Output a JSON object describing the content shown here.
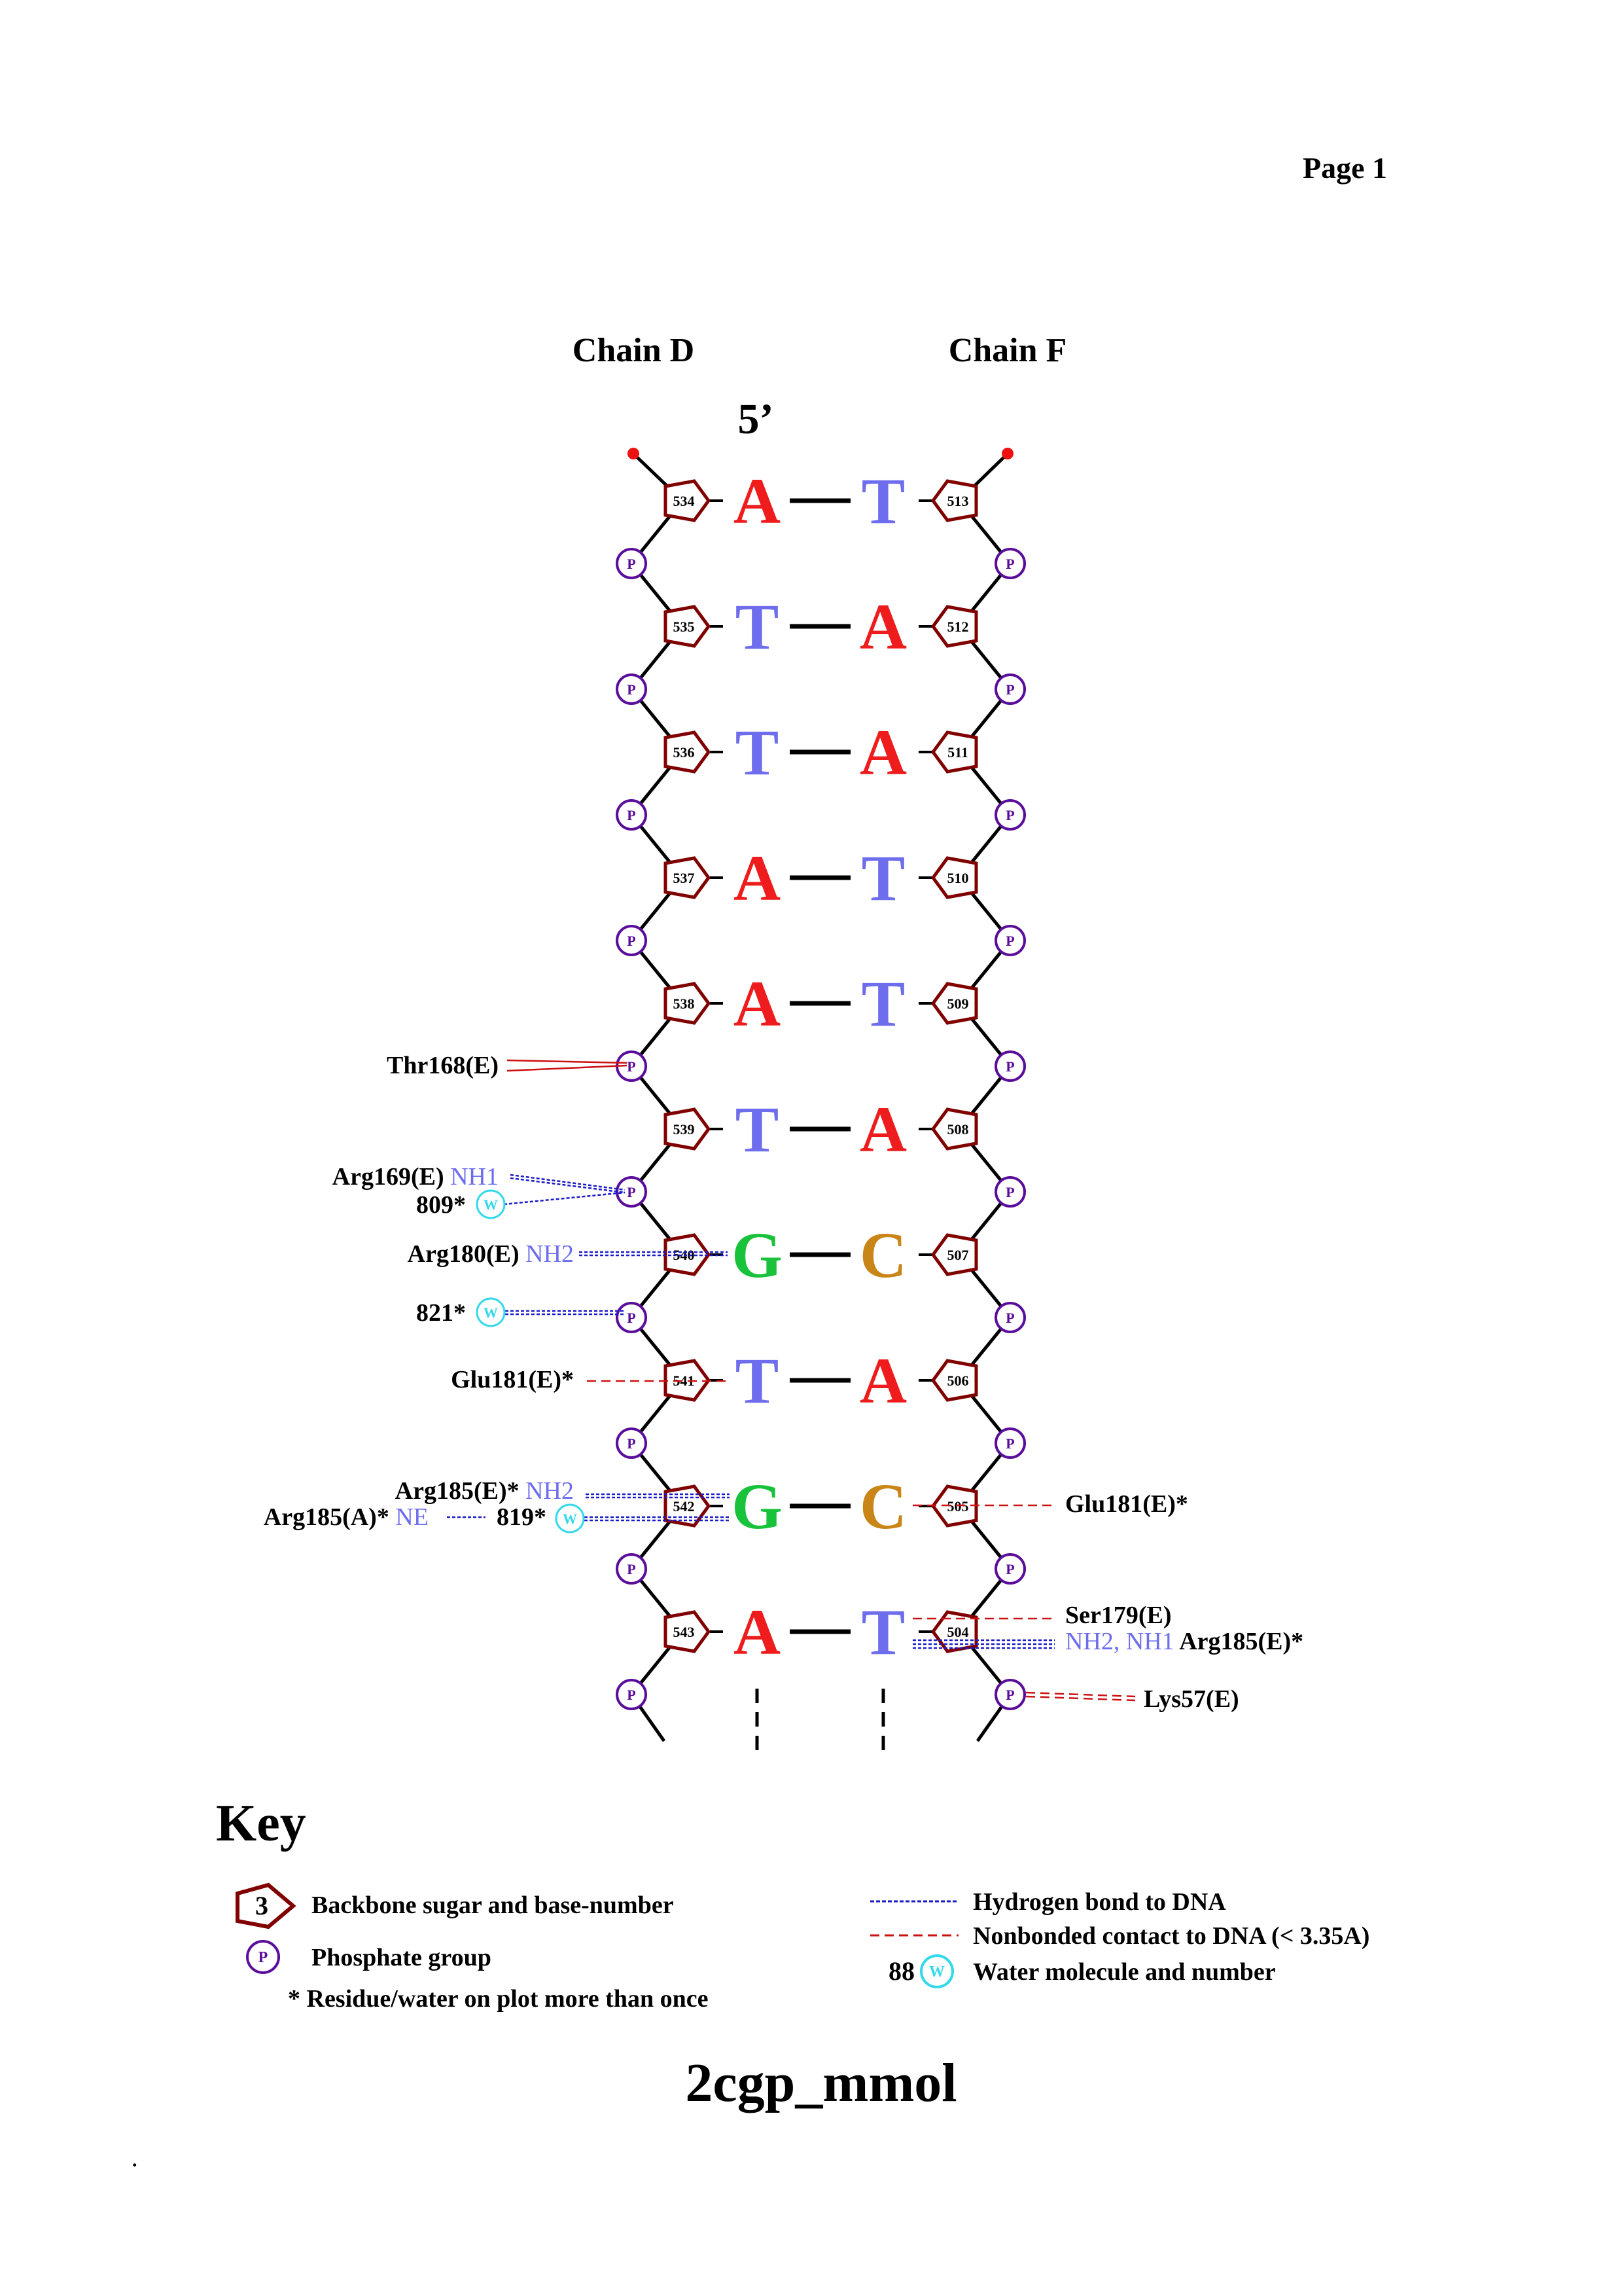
{
  "page_label": "Page 1",
  "chain_left": "Chain D",
  "chain_right": "Chain F",
  "five_prime": "5’",
  "colors": {
    "A": "#ee1c1c",
    "T": "#6d6ded",
    "G": "#19c23b",
    "C": "#c98517",
    "sugar": "#800000",
    "phosphate": "#5a0d9a",
    "water": "#33d9ea",
    "hbond": "#1a1ac8",
    "nonbonded": "#cc1111",
    "atom": "#6d6ded",
    "terminal_dot": "#ee1111"
  },
  "pairs": [
    {
      "left_num": "534",
      "left_base": "A",
      "right_base": "T",
      "right_num": "513"
    },
    {
      "left_num": "535",
      "left_base": "T",
      "right_base": "A",
      "right_num": "512"
    },
    {
      "left_num": "536",
      "left_base": "T",
      "right_base": "A",
      "right_num": "511"
    },
    {
      "left_num": "537",
      "left_base": "A",
      "right_base": "T",
      "right_num": "510"
    },
    {
      "left_num": "538",
      "left_base": "A",
      "right_base": "T",
      "right_num": "509"
    },
    {
      "left_num": "539",
      "left_base": "T",
      "right_base": "A",
      "right_num": "508"
    },
    {
      "left_num": "540",
      "left_base": "G",
      "right_base": "C",
      "right_num": "507"
    },
    {
      "left_num": "541",
      "left_base": "T",
      "right_base": "A",
      "right_num": "506"
    },
    {
      "left_num": "542",
      "left_base": "G",
      "right_base": "C",
      "right_num": "505"
    },
    {
      "left_num": "543",
      "left_base": "A",
      "right_base": "T",
      "right_num": "504"
    }
  ],
  "phosphate_label": "P",
  "water_label": "W",
  "interactions": {
    "thr168": {
      "residue": "Thr168(E)"
    },
    "arg169": {
      "residue": "Arg169(E)",
      "atom": "NH1"
    },
    "w809": {
      "residue": "809*"
    },
    "arg180": {
      "residue": "Arg180(E)",
      "atom": "NH2"
    },
    "w821": {
      "residue": "821*"
    },
    "glu181_left": {
      "residue": "Glu181(E)*"
    },
    "arg185_e_left": {
      "residue": "Arg185(E)*",
      "atom": "NH2"
    },
    "arg185_a": {
      "residue": "Arg185(A)*",
      "atom": "NE"
    },
    "w819": {
      "residue": "819*"
    },
    "glu181_right": {
      "residue": "Glu181(E)*"
    },
    "ser179": {
      "residue": "Ser179(E)"
    },
    "arg185_e_right": {
      "atom": "NH2, NH1",
      "residue": "Arg185(E)*"
    },
    "lys57": {
      "residue": "Lys57(E)"
    }
  },
  "key": {
    "title": "Key",
    "sugar_number": "3",
    "sugar_label": "Backbone sugar and base-number",
    "phosphate_label": "Phosphate group",
    "star_label": "* Residue/water on plot more than once",
    "hbond_label": "Hydrogen bond to DNA",
    "nonbonded_label": "Nonbonded contact to DNA (< 3.35A)",
    "water_number": "88",
    "water_label": "Water molecule and number"
  },
  "footer_title": "2cgp_mmol",
  "corner_mark": "."
}
